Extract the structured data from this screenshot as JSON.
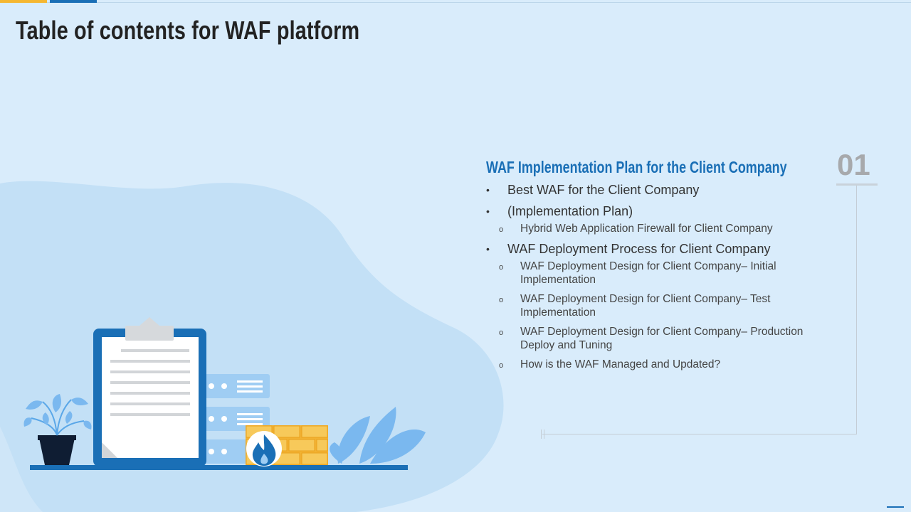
{
  "slide": {
    "title": "Table of contents for WAF platform"
  },
  "section": {
    "number": "01",
    "title": "WAF Implementation  Plan for the Client  Company"
  },
  "toc": {
    "bullet": "•",
    "sub_bullet": "o",
    "items": [
      {
        "label": "Best WAF for the Client Company"
      },
      {
        "label": "(Implementation Plan)"
      },
      {
        "label": "Hybrid Web Application Firewall for Client Company"
      },
      {
        "label": "WAF Deployment Process for Client Company"
      },
      {
        "label": "WAF Deployment Design for Client Company– Initial Implementation"
      },
      {
        "label": "WAF Deployment Design for Client Company– Test Implementation"
      },
      {
        "label": "WAF Deployment Design for Client Company– Production Deploy and Tuning"
      },
      {
        "label": "How is the WAF Managed and Updated?"
      }
    ]
  },
  "colors": {
    "background": "#d9ecfb",
    "blob": "#c3e0f6",
    "accent_blue": "#1a6fb6",
    "accent_yellow": "#f5b731",
    "number_gray": "#a7a9ac"
  }
}
